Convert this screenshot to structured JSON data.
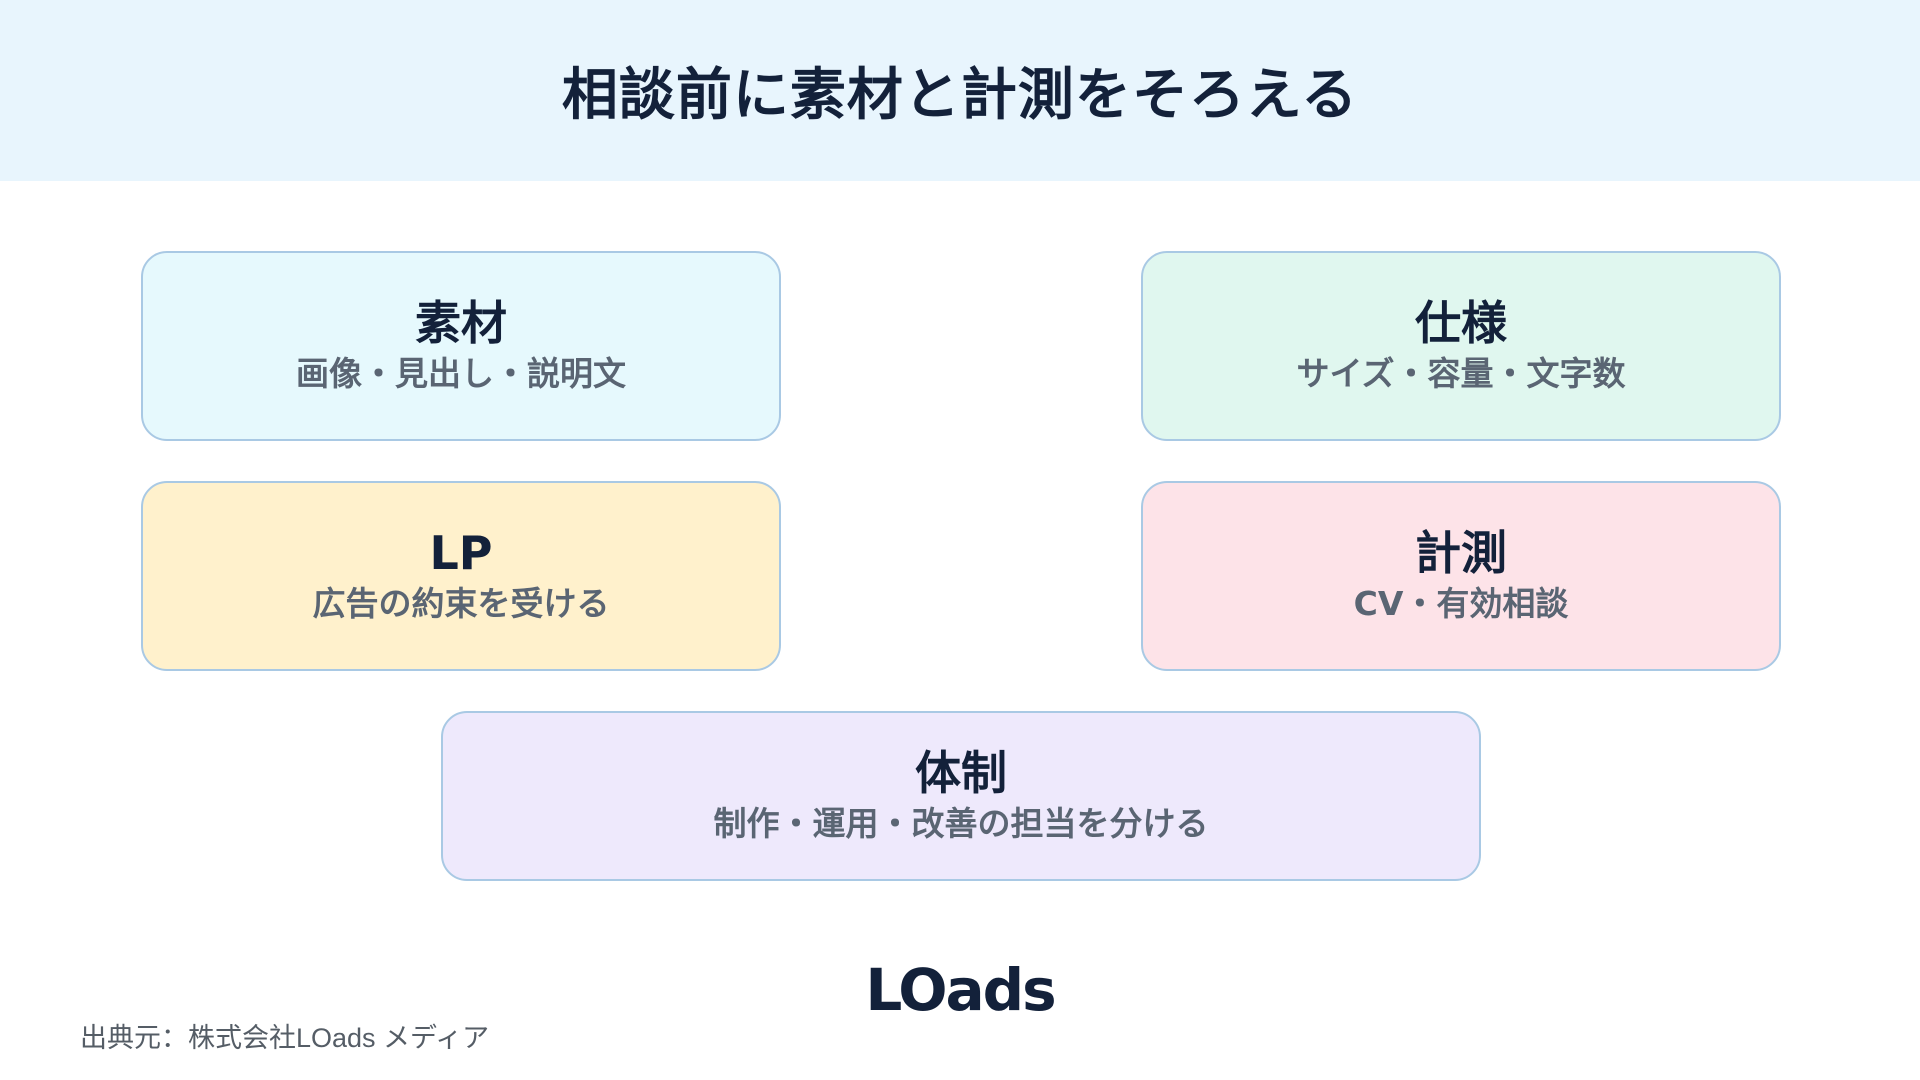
{
  "header": {
    "title": "相談前に素材と計測をそろえる"
  },
  "cards": {
    "materials": {
      "title": "素材",
      "subtitle": "画像・見出し・説明文",
      "bg": "#e6f9fd"
    },
    "specs": {
      "title": "仕様",
      "subtitle": "サイズ・容量・文字数",
      "bg": "#e0f7ef"
    },
    "lp": {
      "title": "LP",
      "subtitle": "広告の約束を受ける",
      "bg": "#fff1cc"
    },
    "measure": {
      "title": "計測",
      "subtitle": "CV・有効相談",
      "bg": "#fde3e8"
    },
    "structure": {
      "title": "体制",
      "subtitle": "制作・運用・改善の担当を分ける",
      "bg": "#eee9fc"
    }
  },
  "colors": {
    "header_bg": "#e8f5fd",
    "border": "#a9c9e4",
    "title_text": "#13213a",
    "sub_text": "#5a6573"
  },
  "logo": {
    "text": "LOads"
  },
  "footer": {
    "source": "出典元：株式会社LOads メディア"
  }
}
